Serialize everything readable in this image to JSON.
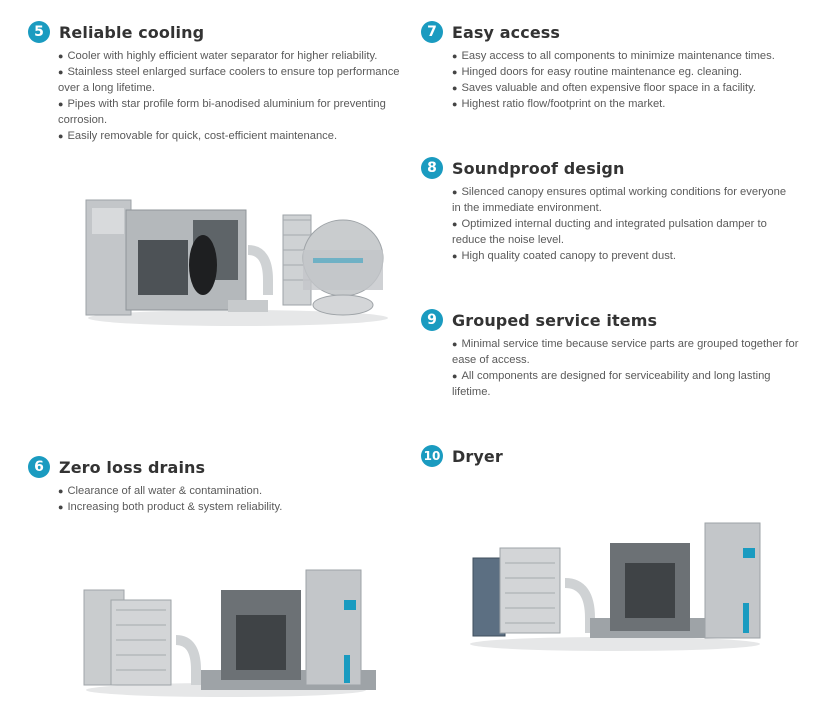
{
  "sections": [
    {
      "number": "5",
      "title": "Reliable cooling",
      "bullets": [
        "Cooler with highly efficient water separator for higher reliability.",
        "Stainless steel enlarged surface coolers to ensure top performance over a long lifetime.",
        "Pipes with star profile form bi-anodised aluminium for preventing corrosion.",
        "Easily removable for quick, cost-efficient maintenance."
      ]
    },
    {
      "number": "6",
      "title": "Zero loss drains",
      "bullets": [
        "Clearance of all water & contamination.",
        "Increasing both product & system reliability."
      ]
    },
    {
      "number": "7",
      "title": "Easy access",
      "bullets": [
        "Easy access to all components to minimize maintenance times.",
        "Hinged doors for easy routine maintenance eg. cleaning.",
        "Saves valuable and often expensive floor space in a facility.",
        "Highest ratio flow/footprint on the market."
      ]
    },
    {
      "number": "8",
      "title": "Soundproof design",
      "bullets": [
        "Silenced canopy ensures optimal working conditions for everyone in the immediate environment.",
        "Optimized internal ducting and integrated pulsation damper to reduce the noise level.",
        "High quality coated canopy to prevent dust."
      ]
    },
    {
      "number": "9",
      "title": "Grouped service items",
      "bullets": [
        "Minimal service time because service parts are grouped together for ease of access.",
        "All components are designed for serviceability and long lasting lifetime."
      ]
    },
    {
      "number": "10",
      "title": "Dryer",
      "bullets": []
    }
  ],
  "colors": {
    "badge": "#1a9bc0",
    "title": "#333333",
    "text": "#5a5a5a",
    "machine": "#b8bcc0",
    "accent": "#1a9bc0"
  }
}
